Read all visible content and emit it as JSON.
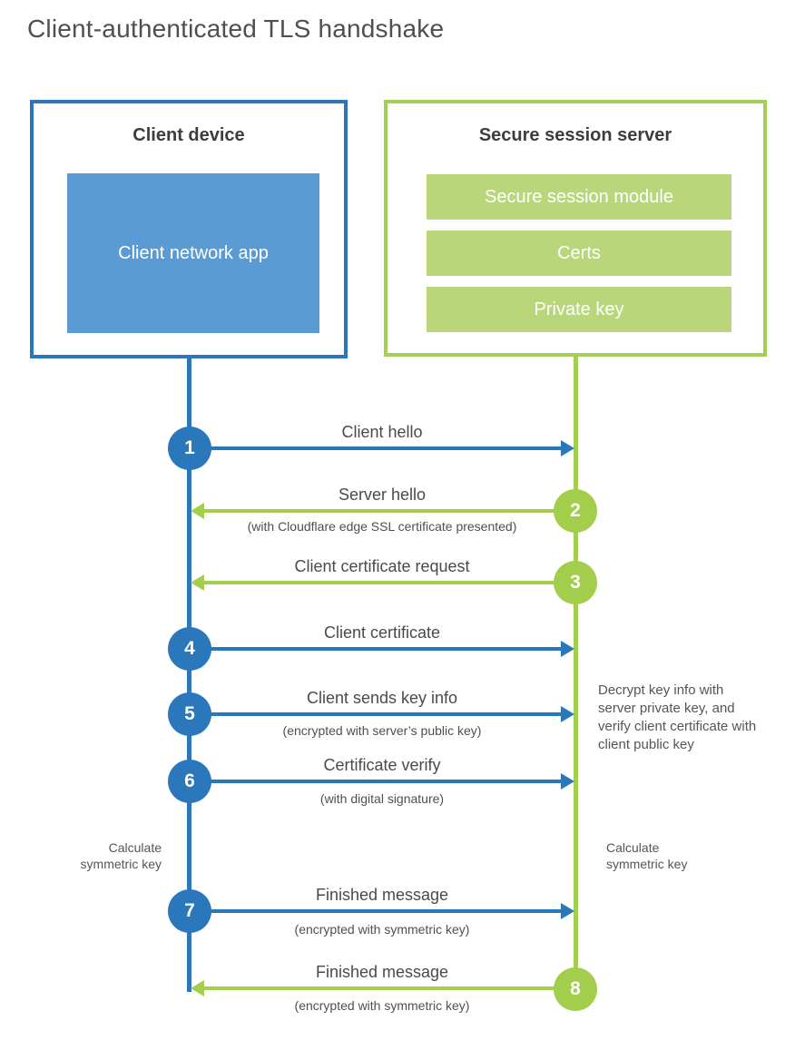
{
  "title": "Client-authenticated TLS handshake",
  "colors": {
    "blue": "#2B77BC",
    "blue_border": "#2E76BA",
    "blue_fill": "#5B9BD5",
    "green": "#A4CE4E",
    "green_fill": "#B9D77A",
    "text_dark": "#3d3d3d",
    "text_gray": "#555555"
  },
  "client_box": {
    "title": "Client device",
    "inner_label": "Client network app"
  },
  "server_box": {
    "title": "Secure session server",
    "modules": [
      "Secure session module",
      "Certs",
      "Private key"
    ]
  },
  "steps": [
    {
      "num": "1",
      "from": "client",
      "to": "server",
      "label": "Client hello",
      "subtitle": ""
    },
    {
      "num": "2",
      "from": "server",
      "to": "client",
      "label": "Server hello",
      "subtitle": "(with Cloudflare edge SSL certificate presented)"
    },
    {
      "num": "3",
      "from": "server",
      "to": "client",
      "label": "Client certificate request",
      "subtitle": ""
    },
    {
      "num": "4",
      "from": "client",
      "to": "server",
      "label": "Client certificate",
      "subtitle": ""
    },
    {
      "num": "5",
      "from": "client",
      "to": "server",
      "label": "Client sends key info",
      "subtitle": "(encrypted with server’s public key)"
    },
    {
      "num": "6",
      "from": "client",
      "to": "server",
      "label": "Certificate verify",
      "subtitle": "(with digital signature)"
    },
    {
      "num": "7",
      "from": "client",
      "to": "server",
      "label": "Finished message",
      "subtitle": "(encrypted with symmetric key)"
    },
    {
      "num": "8",
      "from": "server",
      "to": "client",
      "label": "Finished message",
      "subtitle": "(encrypted with symmetric key)"
    }
  ],
  "annotations": {
    "server_note": "Decrypt key info with server private key, and verify client certificate with client public key",
    "client_calc": "Calculate symmetric key",
    "server_calc": "Calculate symmetric key"
  }
}
